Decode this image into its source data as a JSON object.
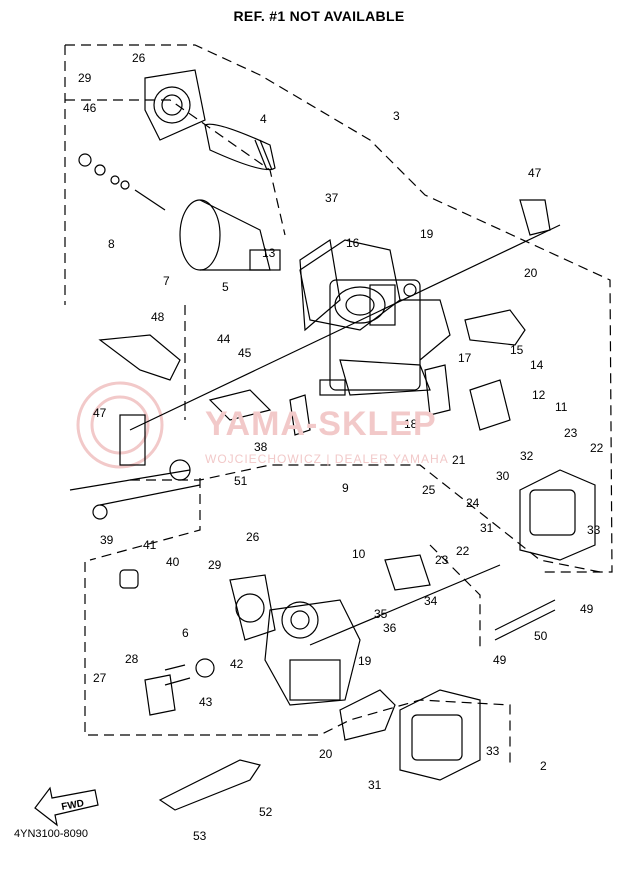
{
  "header": "REF. #1 NOT AVAILABLE",
  "part_code": "4YN3100-8090",
  "fwd_label": "FWD",
  "watermark": {
    "line1": "YAMA-SKLEP",
    "line2": "WOJCIECHOWICZ | DEALER YAMAHA"
  },
  "colors": {
    "line": "#000000",
    "watermark": "#f2c9c9"
  },
  "callouts": [
    "26",
    "29",
    "46",
    "4",
    "3",
    "8",
    "7",
    "5",
    "13",
    "37",
    "16",
    "19",
    "47",
    "20",
    "48",
    "44",
    "45",
    "17",
    "15",
    "14",
    "12",
    "11",
    "18",
    "23",
    "22",
    "21",
    "30",
    "32",
    "25",
    "24",
    "31",
    "33",
    "47",
    "51",
    "38",
    "39",
    "9",
    "10",
    "22",
    "23",
    "41",
    "40",
    "29",
    "26",
    "6",
    "28",
    "27",
    "42",
    "43",
    "34",
    "35",
    "36",
    "19",
    "49",
    "50",
    "49",
    "20",
    "31",
    "33",
    "2",
    "52",
    "53"
  ]
}
